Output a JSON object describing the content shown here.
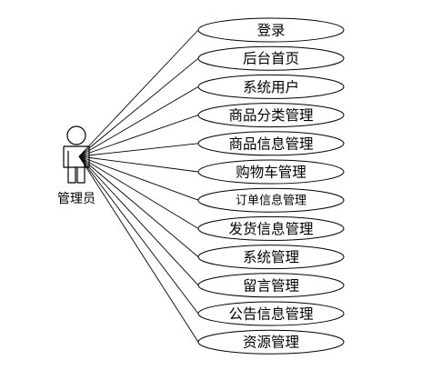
{
  "actor": {
    "label": "管理员"
  },
  "use_cases": [
    {
      "label": "登录"
    },
    {
      "label": "后台首页"
    },
    {
      "label": "系统用户"
    },
    {
      "label": "商品分类管理"
    },
    {
      "label": "商品信息管理"
    },
    {
      "label": "购物车管理"
    },
    {
      "label": "订单信息管理",
      "small": true
    },
    {
      "label": "发货信息管理"
    },
    {
      "label": "系统管理"
    },
    {
      "label": "留言管理"
    },
    {
      "label": "公告信息管理"
    },
    {
      "label": "资源管理"
    }
  ]
}
